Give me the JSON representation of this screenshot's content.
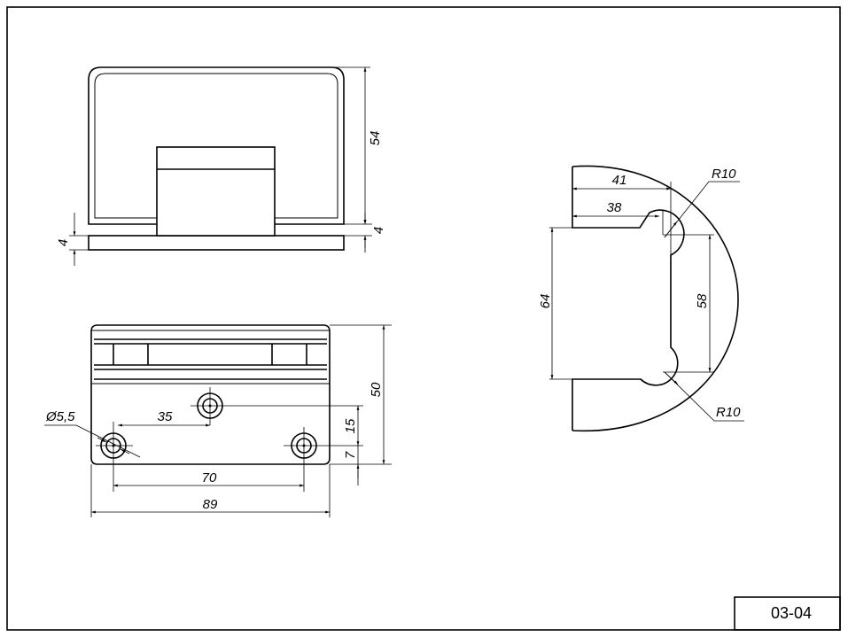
{
  "drawing": {
    "number": "03-04",
    "front_view": {
      "height": "54",
      "top_gap": "4",
      "base_thickness": "4"
    },
    "plan_view": {
      "hole_diameter": "Ø5,5",
      "center_offset": "35",
      "hole_spacing": "70",
      "width": "89",
      "depth": "50",
      "hole_vertical_offset": "15",
      "hole_edge_offset": "7"
    },
    "side_view": {
      "outer_width": "41",
      "inner_width": "38",
      "opening_height": "64",
      "slot_height": "58",
      "radius_top": "R10",
      "radius_bottom": "R10"
    }
  }
}
